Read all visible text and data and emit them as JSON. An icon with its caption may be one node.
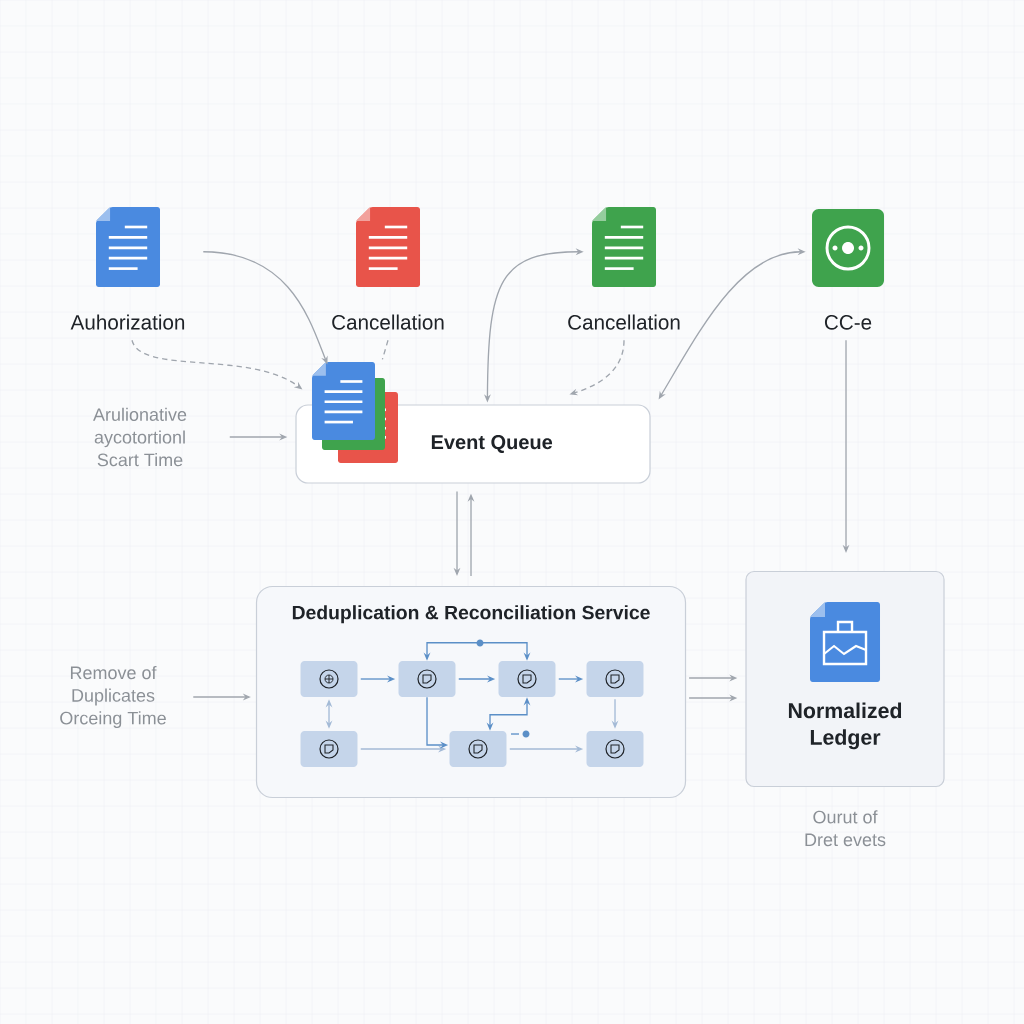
{
  "diagram": {
    "nodes": [
      {
        "text": [
          "Auhorization"
        ]
      },
      {
        "text": [
          "Cancellation"
        ]
      },
      {
        "text": [
          "Cancellation"
        ]
      },
      {
        "text": [
          "CC-e"
        ]
      },
      {
        "text": [
          "Event Queue"
        ]
      },
      {
        "text": [
          "Arulionative aycotortionl Scart Time"
        ]
      },
      {
        "text": [
          "Deduplication & Reconciliation Service"
        ]
      },
      {
        "text": [],
        "shape": "box",
        "in": 6
      },
      {
        "text": [],
        "shape": "box",
        "in": 6
      },
      {
        "text": [],
        "shape": "box",
        "in": 6
      },
      {
        "text": [],
        "shape": "box",
        "in": 6
      },
      {
        "text": [],
        "shape": "box",
        "in": 6
      },
      {
        "text": [],
        "shape": "box",
        "in": 6
      },
      {
        "text": [],
        "shape": "box",
        "in": 6
      },
      {
        "text": [
          "Normalized Ledger"
        ],
        "beside": [
          "Ourut of Dret evets"
        ]
      },
      {
        "text": [
          "Remove of Duplicates Orceing Time"
        ]
      }
    ],
    "edges": [
      {
        "from": 0,
        "to": 4,
        "arrow": "to"
      },
      {
        "from": 0,
        "to": 4,
        "arrow": "to",
        "style": "dashed"
      },
      {
        "from": 1,
        "to": 4,
        "arrow": "none",
        "style": "dashed"
      },
      {
        "from": 4,
        "to": 2,
        "arrow": "both"
      },
      {
        "from": 2,
        "to": 4,
        "arrow": "to",
        "style": "dashed"
      },
      {
        "from": 3,
        "to": 4,
        "arrow": "both"
      },
      {
        "from": 3,
        "to": 14,
        "arrow": "to"
      },
      {
        "from": 5,
        "to": 4,
        "arrow": "to"
      },
      {
        "from": 4,
        "to": 6,
        "arrow": "to"
      },
      {
        "from": 6,
        "to": 4,
        "arrow": "to"
      },
      {
        "from": 15,
        "to": 6,
        "arrow": "to"
      },
      {
        "from": 6,
        "to": 14,
        "arrow": "to"
      },
      {
        "from": 6,
        "to": 14,
        "arrow": "to"
      },
      {
        "from": 7,
        "to": 8,
        "arrow": "to",
        "color": "#5b8fc7"
      },
      {
        "from": 8,
        "to": 9,
        "arrow": "to",
        "color": "#5b8fc7"
      },
      {
        "from": 9,
        "to": 10,
        "arrow": "to",
        "color": "#5b8fc7"
      },
      {
        "from": 7,
        "to": 11,
        "arrow": "both",
        "color": "#a3bad6"
      },
      {
        "from": 11,
        "to": 12,
        "arrow": "to",
        "color": "#a3bad6"
      },
      {
        "from": 12,
        "to": 13,
        "arrow": "to",
        "color": "#a3bad6"
      },
      {
        "from": 10,
        "to": 13,
        "arrow": "to",
        "color": "#a3bad6"
      },
      {
        "from": 8,
        "to": 12,
        "arrow": "to",
        "color": "#5b8fc7"
      },
      {
        "from": 12,
        "to": 9,
        "arrow": "both",
        "color": "#5b8fc7"
      },
      {
        "from": 8,
        "to": 9,
        "arrow": "both",
        "color": "#5b8fc7"
      }
    ]
  }
}
